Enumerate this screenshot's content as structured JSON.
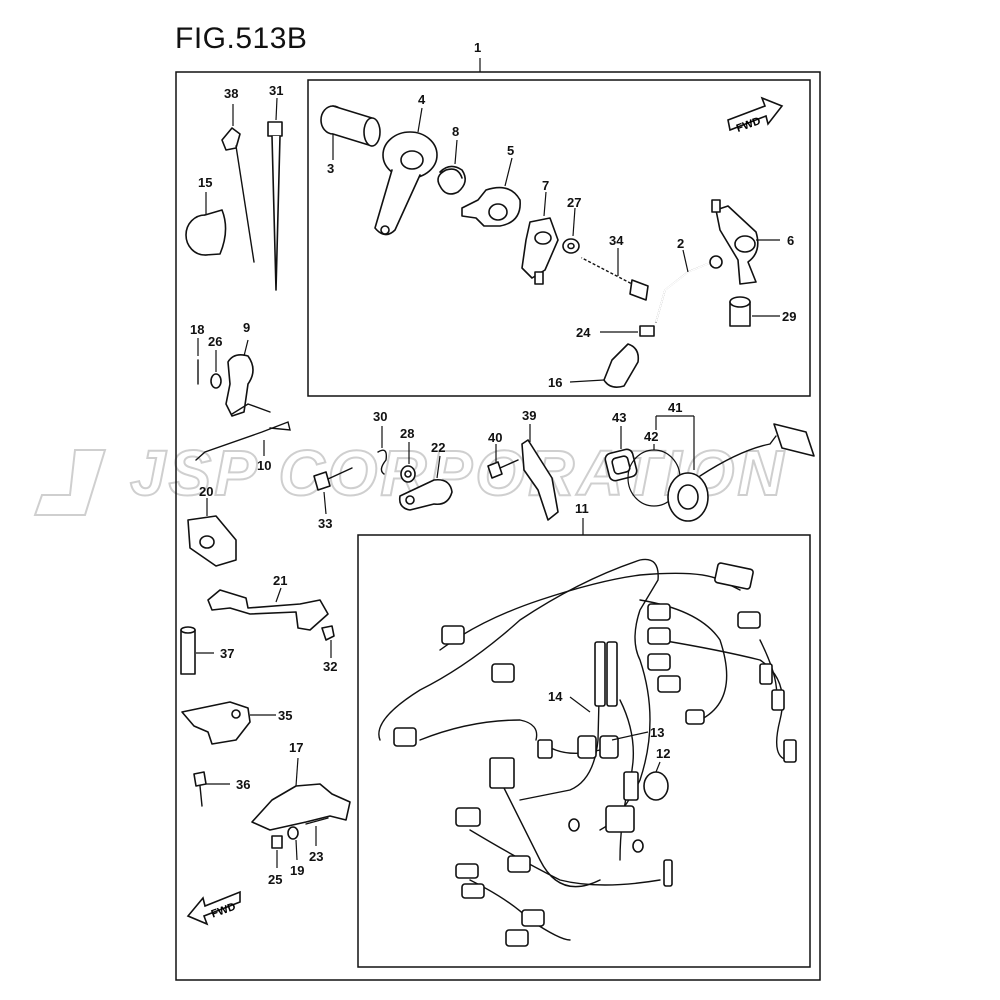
{
  "figure": {
    "title": "FIG.513B"
  },
  "watermark": {
    "text": "JSP CORPORATION",
    "color": "#cfcfcf"
  },
  "fwd_label": "FWD",
  "callouts": {
    "c1": "1",
    "c2": "2",
    "c3": "3",
    "c4": "4",
    "c5": "5",
    "c6": "6",
    "c7": "7",
    "c8": "8",
    "c9": "9",
    "c10": "10",
    "c11": "11",
    "c12": "12",
    "c13": "13",
    "c14": "14",
    "c15": "15",
    "c16": "16",
    "c17": "17",
    "c18": "18",
    "c19": "19",
    "c20": "20",
    "c21": "21",
    "c22": "22",
    "c23": "23",
    "c24": "24",
    "c25": "25",
    "c26": "26",
    "c27": "27",
    "c28": "28",
    "c29": "29",
    "c30": "30",
    "c31": "31",
    "c32": "32",
    "c33": "33",
    "c34": "34",
    "c35": "35",
    "c36": "36",
    "c37": "37",
    "c38": "38",
    "c39": "39",
    "c40": "40",
    "c41": "41",
    "c42": "42",
    "c43": "43"
  }
}
